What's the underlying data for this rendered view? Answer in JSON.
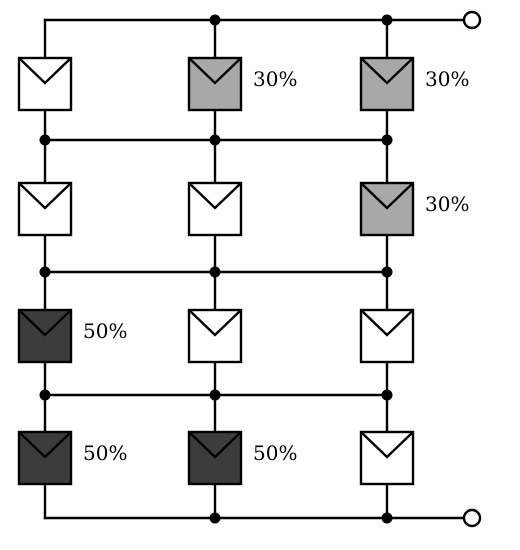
{
  "diagram": {
    "rows": 4,
    "cols": 3,
    "colors": {
      "unshaded": "#ffffff",
      "light_shade": "#a8a8a8",
      "dark_shade": "#3c3c3c",
      "line": "#000000"
    },
    "panels": [
      {
        "row": 0,
        "col": 0,
        "shade": "none",
        "label": ""
      },
      {
        "row": 0,
        "col": 1,
        "shade": "light",
        "label": "30%"
      },
      {
        "row": 0,
        "col": 2,
        "shade": "light",
        "label": "30%"
      },
      {
        "row": 1,
        "col": 0,
        "shade": "none",
        "label": ""
      },
      {
        "row": 1,
        "col": 1,
        "shade": "none",
        "label": ""
      },
      {
        "row": 1,
        "col": 2,
        "shade": "light",
        "label": "30%"
      },
      {
        "row": 2,
        "col": 0,
        "shade": "dark",
        "label": "50%"
      },
      {
        "row": 2,
        "col": 1,
        "shade": "none",
        "label": ""
      },
      {
        "row": 2,
        "col": 2,
        "shade": "none",
        "label": ""
      },
      {
        "row": 3,
        "col": 0,
        "shade": "dark",
        "label": "50%"
      },
      {
        "row": 3,
        "col": 1,
        "shade": "dark",
        "label": "50%"
      },
      {
        "row": 3,
        "col": 2,
        "shade": "none",
        "label": ""
      }
    ]
  }
}
